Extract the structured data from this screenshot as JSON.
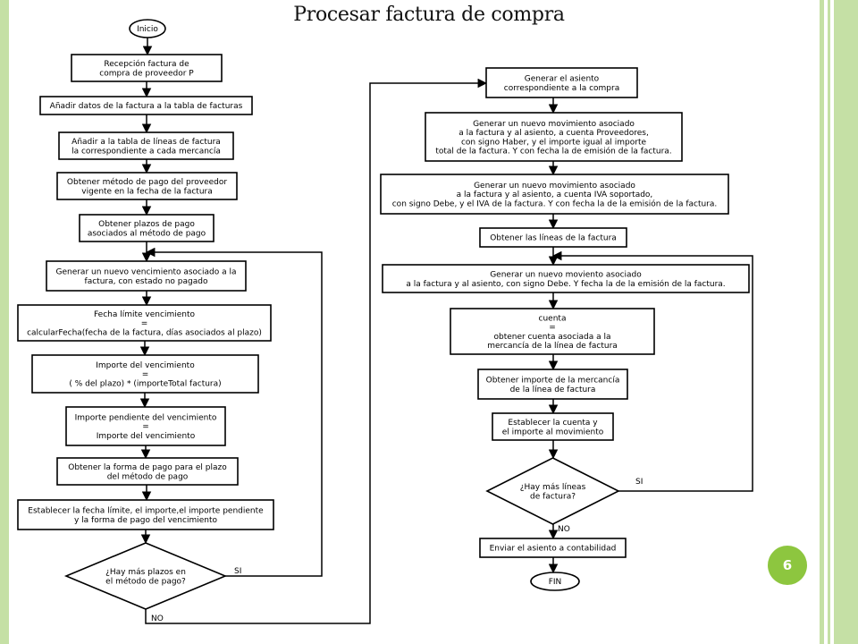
{
  "slide": {
    "title": "Procesar factura de compra",
    "page_number": "6"
  },
  "flowchart": {
    "nodes": [
      {
        "id": "n0",
        "shape": "terminal",
        "lines": [
          "Inicio"
        ]
      },
      {
        "id": "n1",
        "shape": "process",
        "lines": [
          "Recepción factura de",
          "compra de proveedor P"
        ]
      },
      {
        "id": "n2",
        "shape": "process",
        "lines": [
          "Añadir datos de la factura a la tabla de facturas"
        ]
      },
      {
        "id": "n3",
        "shape": "process",
        "lines": [
          "Añadir a la tabla de líneas de factura",
          "la correspondiente a cada mercancía"
        ]
      },
      {
        "id": "n4",
        "shape": "process",
        "lines": [
          "Obtener método de pago del proveedor",
          "vigente en la fecha de la factura"
        ]
      },
      {
        "id": "n5",
        "shape": "process",
        "lines": [
          "Obtener plazos de pago",
          "asociados al método de pago"
        ]
      },
      {
        "id": "n6",
        "shape": "process",
        "lines": [
          "Generar un nuevo vencimiento asociado a la",
          "factura, con estado no pagado"
        ]
      },
      {
        "id": "n7",
        "shape": "process",
        "lines": [
          "Fecha límite vencimiento",
          "=",
          "calcularFecha(fecha de la factura, días asociados al plazo)"
        ]
      },
      {
        "id": "n8",
        "shape": "process",
        "lines": [
          "Importe del vencimiento",
          "=",
          "( % del plazo) * (importeTotal factura)"
        ]
      },
      {
        "id": "n9",
        "shape": "process",
        "lines": [
          "Importe pendiente del vencimiento",
          "=",
          "Importe del vencimiento"
        ]
      },
      {
        "id": "n10",
        "shape": "process",
        "lines": [
          "Obtener la forma de pago para el plazo",
          "del método de pago"
        ]
      },
      {
        "id": "n11",
        "shape": "process",
        "lines": [
          "Establecer la fecha límite, el importe,el importe pendiente",
          "y la forma de pago del vencimiento"
        ]
      },
      {
        "id": "n12",
        "shape": "decision",
        "lines": [
          "¿Hay más plazos en",
          "el método de pago?"
        ]
      },
      {
        "id": "n13",
        "shape": "process",
        "lines": [
          "Generar el asiento",
          "correspondiente a la compra"
        ]
      },
      {
        "id": "n14",
        "shape": "process",
        "lines": [
          "Generar un nuevo movimiento asociado",
          "a la factura y al asiento, a cuenta Proveedores,",
          "con signo Haber, y el importe igual al importe",
          "total de la factura. Y con fecha la de emisión de la factura."
        ]
      },
      {
        "id": "n15",
        "shape": "process",
        "lines": [
          "Generar un nuevo movimiento asociado",
          "a la factura y al asiento, a cuenta IVA soportado,",
          "con signo Debe, y el IVA de la factura. Y con fecha la de la emisión de la factura."
        ]
      },
      {
        "id": "n16",
        "shape": "process",
        "lines": [
          "Obtener las líneas de la factura"
        ]
      },
      {
        "id": "n17",
        "shape": "process",
        "lines": [
          "Generar un nuevo moviento asociado",
          "a la factura y al asiento, con signo Debe. Y fecha la de la emisión de la factura."
        ]
      },
      {
        "id": "n18",
        "shape": "process",
        "lines": [
          "cuenta",
          "=",
          "obtener cuenta asociada a la",
          "mercancía de la línea de factura"
        ]
      },
      {
        "id": "n19",
        "shape": "process",
        "lines": [
          "Obtener importe de la mercancía",
          "de la línea de factura"
        ]
      },
      {
        "id": "n20",
        "shape": "process",
        "lines": [
          "Establecer la cuenta y",
          "el importe al movimiento"
        ]
      },
      {
        "id": "n21",
        "shape": "decision",
        "lines": [
          "¿Hay más líneas",
          "de factura?"
        ]
      },
      {
        "id": "n22",
        "shape": "process",
        "lines": [
          "Enviar el asiento a contabilidad"
        ]
      },
      {
        "id": "n23",
        "shape": "terminal",
        "lines": [
          "FIN"
        ]
      }
    ],
    "edges": [
      {
        "from": "n0",
        "to": "n1",
        "label": ""
      },
      {
        "from": "n1",
        "to": "n2",
        "label": ""
      },
      {
        "from": "n2",
        "to": "n3",
        "label": ""
      },
      {
        "from": "n3",
        "to": "n4",
        "label": ""
      },
      {
        "from": "n4",
        "to": "n5",
        "label": ""
      },
      {
        "from": "n5",
        "to": "n6",
        "label": ""
      },
      {
        "from": "n6",
        "to": "n7",
        "label": ""
      },
      {
        "from": "n7",
        "to": "n8",
        "label": ""
      },
      {
        "from": "n8",
        "to": "n9",
        "label": ""
      },
      {
        "from": "n9",
        "to": "n10",
        "label": ""
      },
      {
        "from": "n10",
        "to": "n11",
        "label": ""
      },
      {
        "from": "n11",
        "to": "n12",
        "label": ""
      },
      {
        "from": "n12",
        "to": "n6",
        "label": "SI"
      },
      {
        "from": "n12",
        "to": "n13",
        "label": "NO"
      },
      {
        "from": "n13",
        "to": "n14",
        "label": ""
      },
      {
        "from": "n14",
        "to": "n15",
        "label": ""
      },
      {
        "from": "n15",
        "to": "n16",
        "label": ""
      },
      {
        "from": "n16",
        "to": "n17",
        "label": ""
      },
      {
        "from": "n17",
        "to": "n18",
        "label": ""
      },
      {
        "from": "n18",
        "to": "n19",
        "label": ""
      },
      {
        "from": "n19",
        "to": "n20",
        "label": ""
      },
      {
        "from": "n20",
        "to": "n21",
        "label": ""
      },
      {
        "from": "n21",
        "to": "n17",
        "label": "SI"
      },
      {
        "from": "n21",
        "to": "n22",
        "label": "NO"
      },
      {
        "from": "n22",
        "to": "n23",
        "label": ""
      }
    ]
  },
  "colors": {
    "frame": "#c5e0a5",
    "badge": "#8dc63f"
  }
}
